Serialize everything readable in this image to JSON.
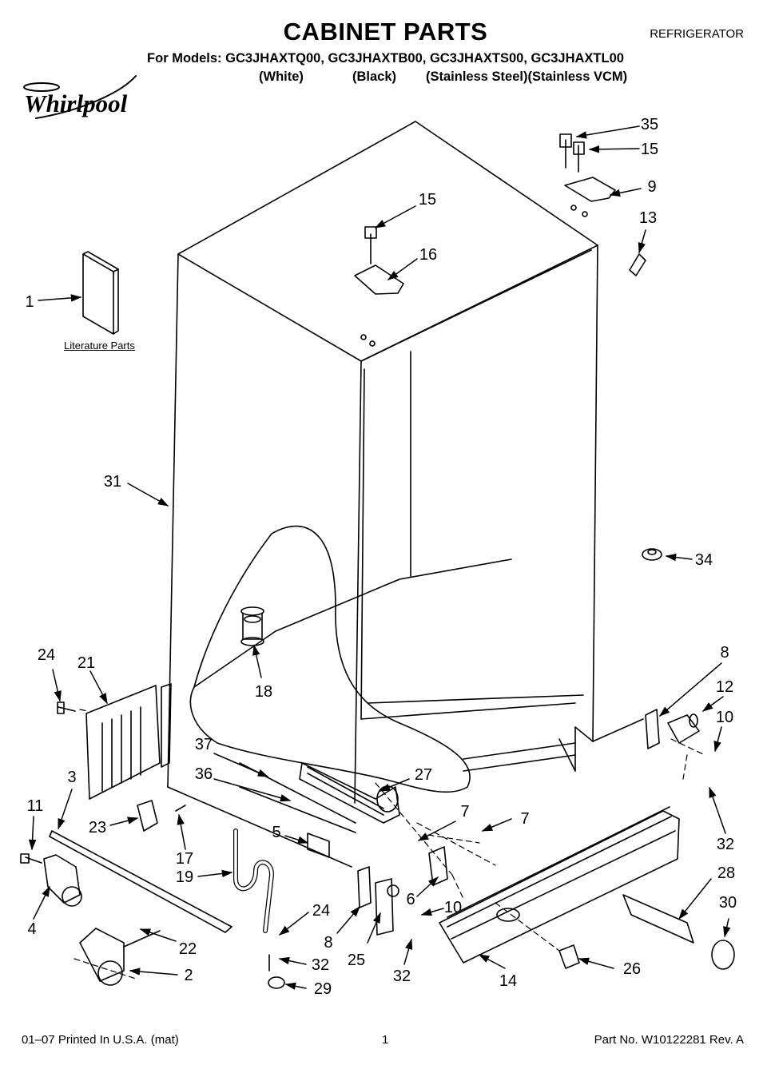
{
  "header": {
    "title": "CABINET PARTS",
    "category": "REFRIGERATOR",
    "models_line": "For Models: GC3JHAXTQ00, GC3JHAXTB00, GC3JHAXTS00, GC3JHAXTL00",
    "variants": {
      "white": "(White)",
      "black": "(Black)",
      "stainless": "(Stainless Steel)(Stainless VCM)"
    },
    "brand": "Whirlpool"
  },
  "literature_label": "Literature Parts",
  "callouts": [
    "35",
    "15",
    "15",
    "9",
    "13",
    "16",
    "1",
    "31",
    "34",
    "18",
    "24",
    "21",
    "8",
    "12",
    "10",
    "37",
    "36",
    "27",
    "3",
    "11",
    "23",
    "17",
    "7",
    "7",
    "5",
    "32",
    "28",
    "30",
    "19",
    "4",
    "24",
    "6",
    "10",
    "8",
    "25",
    "22",
    "2",
    "32",
    "32",
    "29",
    "14",
    "26"
  ],
  "footer": {
    "print_info": "01–07 Printed In U.S.A. (mat)",
    "page_number": "1",
    "part_number": "Part No. W10122281 Rev. A"
  }
}
